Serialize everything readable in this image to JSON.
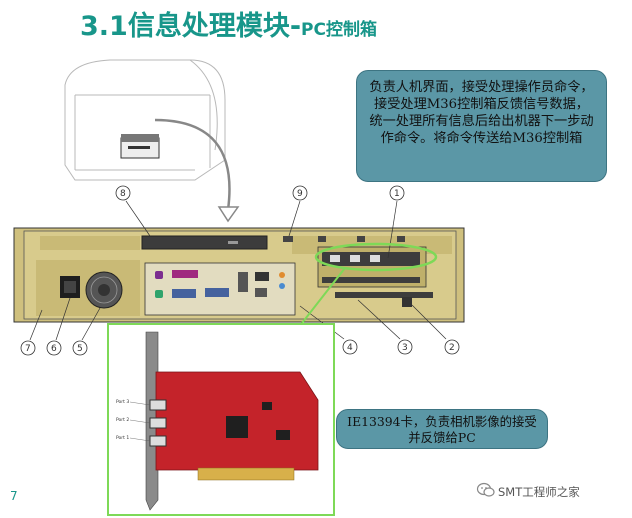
{
  "slide": {
    "title_main": "3.1信息处理模块-",
    "title_sub": "PC控制箱",
    "callout_main": "负责人机界面，接受处理操作员命令，接受处理M36控制箱反馈信号数据，统一处理所有信息后给出机器下一步动作命令。将命令传送给M36控制箱",
    "callout_card": "IE13394卡，负责相机影像的接受并反馈给PC",
    "callout_labels": [
      "1",
      "2",
      "3",
      "4",
      "5",
      "6",
      "7",
      "8",
      "9"
    ],
    "card_port_labels": [
      "Port 3",
      "Port 2",
      "Port 1"
    ],
    "page_number": "7",
    "brand": "SMT工程师之家"
  },
  "colors": {
    "title": "#18968a",
    "callout_fill": "#5b97a6",
    "pointer_line": "#7ed957",
    "chassis": "#d6c98a",
    "card_pcb": "#c4232a"
  },
  "icons": [
    "wechat-icon"
  ]
}
